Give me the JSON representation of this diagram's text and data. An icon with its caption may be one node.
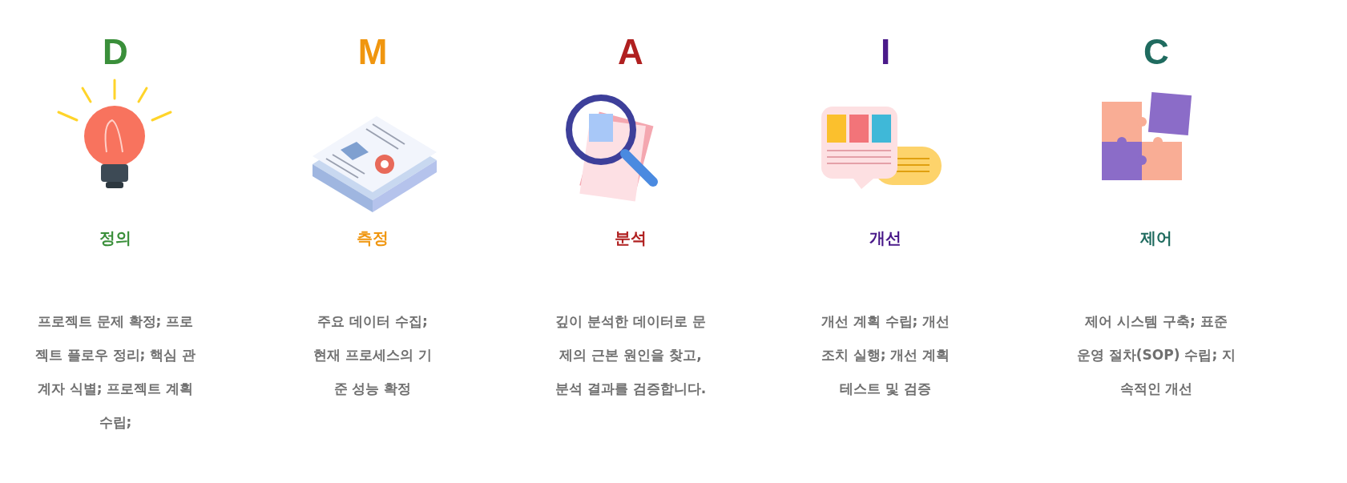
{
  "diagram": {
    "labels": [
      "D",
      "M",
      "A",
      "I",
      "C",
      "정의",
      "측정",
      "분석",
      "개선",
      "제어",
      "프로젝트 문제 확정; 프로젝트 플로우 정리; 핵심 관계자 식별; 프로젝트 계획 수립;",
      "주요 데이터 수집; 현재 프로세스의 기준 성능 확정",
      "깊이 분석한 데이터로 문제의 근본 원인을 찾고, 분석 결과를 검증합니다.",
      "개선 계획 수립; 개선 조치 실행; 개선 계획 테스트 및 검증",
      "제어 시스템 구축; 표준 운영 절차(SOP) 수립; 지속적인 개선"
    ]
  }
}
